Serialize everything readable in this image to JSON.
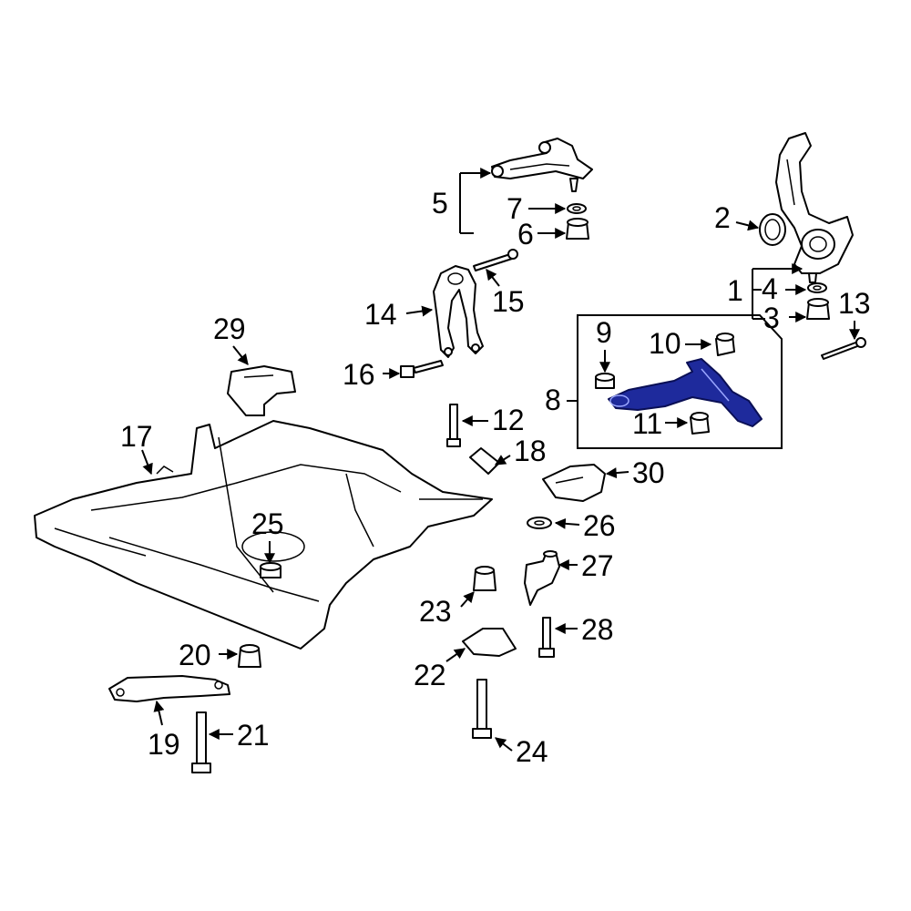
{
  "callouts": {
    "c1": "1",
    "c2": "2",
    "c3": "3",
    "c4": "4",
    "c5": "5",
    "c6": "6",
    "c7": "7",
    "c8": "8",
    "c9": "9",
    "c10": "10",
    "c11": "11",
    "c12": "12",
    "c13": "13",
    "c14": "14",
    "c15": "15",
    "c16": "16",
    "c17": "17",
    "c18": "18",
    "c19": "19",
    "c20": "20",
    "c21": "21",
    "c22": "22",
    "c23": "23",
    "c24": "24",
    "c25": "25",
    "c26": "26",
    "c27": "27",
    "c28": "28",
    "c29": "29",
    "c30": "30"
  },
  "colors": {
    "highlight_part": "#1e2a9c",
    "line": "#000000",
    "background": "#ffffff"
  }
}
